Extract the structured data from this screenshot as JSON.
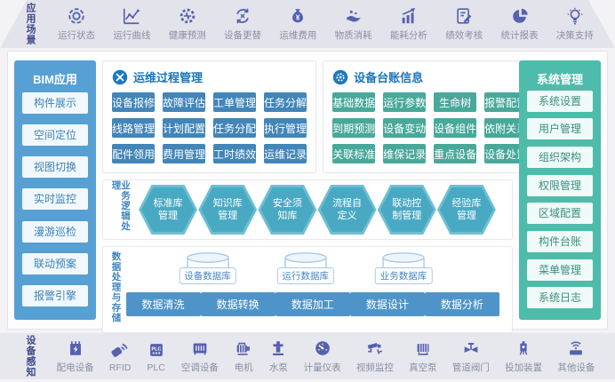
{
  "colors": {
    "band_bg": "#E3E3EB",
    "band_icon": "#5560B0",
    "section_title_blue": "#1B74BB",
    "bim_panel": "#57A0D3",
    "sys_panel": "#4EBCAA",
    "ops_button": "#4285B8",
    "ledger_button": "#48A89A",
    "hexagon": "#49A9C3",
    "data_button": "#4E94C8"
  },
  "top_band": {
    "label": "应用场景",
    "items": [
      {
        "icon": "run-status",
        "label": "运行状态"
      },
      {
        "icon": "run-curve",
        "label": "运行曲线"
      },
      {
        "icon": "health-predict",
        "label": "健康预测"
      },
      {
        "icon": "device-replace",
        "label": "设备更替"
      },
      {
        "icon": "ops-cost",
        "label": "运维费用"
      },
      {
        "icon": "material-consume",
        "label": "物质消耗"
      },
      {
        "icon": "energy-analysis",
        "label": "能耗分析"
      },
      {
        "icon": "performance-review",
        "label": "绩效考核"
      },
      {
        "icon": "stats-report",
        "label": "统计报表"
      },
      {
        "icon": "decision-support",
        "label": "决策支持"
      }
    ]
  },
  "bim_panel": {
    "title": "BIM应用",
    "items": [
      "构件展示",
      "空间定位",
      "视图切换",
      "实时监控",
      "漫游巡检",
      "联动预案",
      "报警引擎"
    ]
  },
  "ops_section": {
    "title": "运维过程管理",
    "buttons": [
      "设备报修",
      "故障评估",
      "工单管理",
      "任务分解",
      "线路管理",
      "计划配置",
      "任务分配",
      "执行管理",
      "配件领用",
      "费用管理",
      "工时绩效",
      "运维记录"
    ]
  },
  "ledger_section": {
    "title": "设备台账信息",
    "buttons": [
      "基础数据",
      "运行参数",
      "生命树",
      "报警配置",
      "到期预测",
      "设备变动",
      "设备组件",
      "依附关系",
      "关联标准",
      "维保记录",
      "重点设备",
      "设备处置"
    ]
  },
  "logic_section": {
    "label": "业务逻辑处理",
    "hexagons": [
      {
        "line1": "标准库",
        "line2": "管理"
      },
      {
        "line1": "知识库",
        "line2": "管理"
      },
      {
        "line1": "安全须",
        "line2": "知库"
      },
      {
        "line1": "流程自",
        "line2": "定义"
      },
      {
        "line1": "联动控",
        "line2": "制管理"
      },
      {
        "line1": "经验库",
        "line2": "管理"
      }
    ]
  },
  "data_section": {
    "label": "数据处理与存储",
    "databases": [
      "设备数据库",
      "运行数据库",
      "业务数据库"
    ],
    "buttons": [
      "数据清洗",
      "数据转换",
      "数据加工",
      "数据设计",
      "数据分析"
    ]
  },
  "sys_panel": {
    "title": "系统管理",
    "items": [
      "系统设置",
      "用户管理",
      "组织架构",
      "权限管理",
      "区域配置",
      "构件台账",
      "菜单管理",
      "系统日志"
    ]
  },
  "bottom_band": {
    "label": "设备感知",
    "items": [
      {
        "icon": "power-distribution",
        "label": "配电设备"
      },
      {
        "icon": "rfid",
        "label": "RFID"
      },
      {
        "icon": "plc",
        "label": "PLC"
      },
      {
        "icon": "hvac",
        "label": "空调设备"
      },
      {
        "icon": "motor",
        "label": "电机"
      },
      {
        "icon": "water-pump",
        "label": "水泵"
      },
      {
        "icon": "meter",
        "label": "计量仪表"
      },
      {
        "icon": "cctv",
        "label": "视频监控"
      },
      {
        "icon": "vacuum-pump",
        "label": "真空泵"
      },
      {
        "icon": "pipe-valve",
        "label": "管道阀门"
      },
      {
        "icon": "dosing-device",
        "label": "投加装置"
      },
      {
        "icon": "other-device",
        "label": "其他设备"
      }
    ]
  }
}
